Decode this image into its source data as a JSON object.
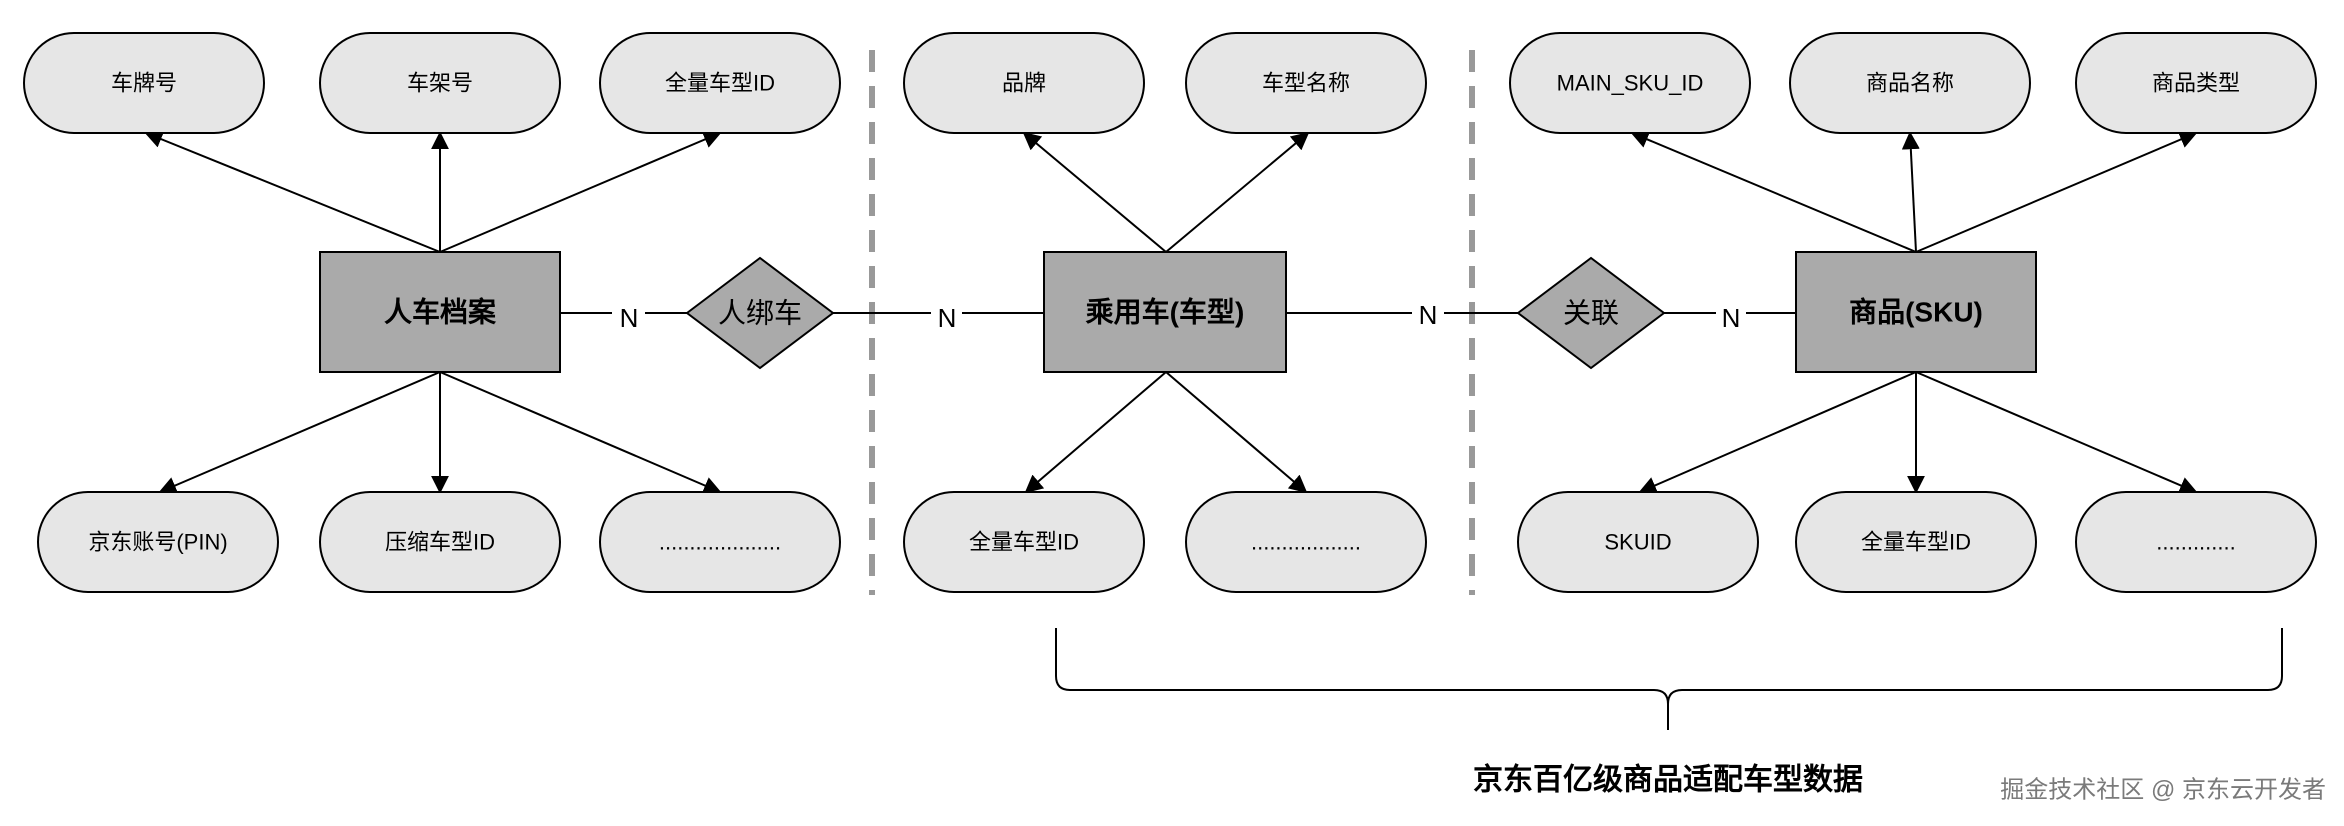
{
  "entities": {
    "person_car_profile": "人车档案",
    "passenger_car": "乘用车(车型)",
    "product": "商品(SKU)"
  },
  "relationships": {
    "person_bind_car": "人绑车",
    "association": "关联"
  },
  "cardinality": {
    "n1": "N",
    "n2": "N",
    "n3": "N",
    "n4": "N"
  },
  "attributes": {
    "person_car_profile": {
      "top": [
        "车牌号",
        "车架号",
        "全量车型ID"
      ],
      "bottom": [
        "京东账号(PIN)",
        "压缩车型ID",
        "...................."
      ]
    },
    "passenger_car": {
      "top": [
        "品牌",
        "车型名称"
      ],
      "bottom": [
        "全量车型ID",
        ".................."
      ]
    },
    "product": {
      "top": [
        "MAIN_SKU_ID",
        "商品名称",
        "商品类型"
      ],
      "bottom": [
        "SKUID",
        "全量车型ID",
        "............."
      ]
    }
  },
  "brace_label": "京东百亿级商品适配车型数据",
  "watermark": "掘金技术社区 @ 京东云开发者"
}
